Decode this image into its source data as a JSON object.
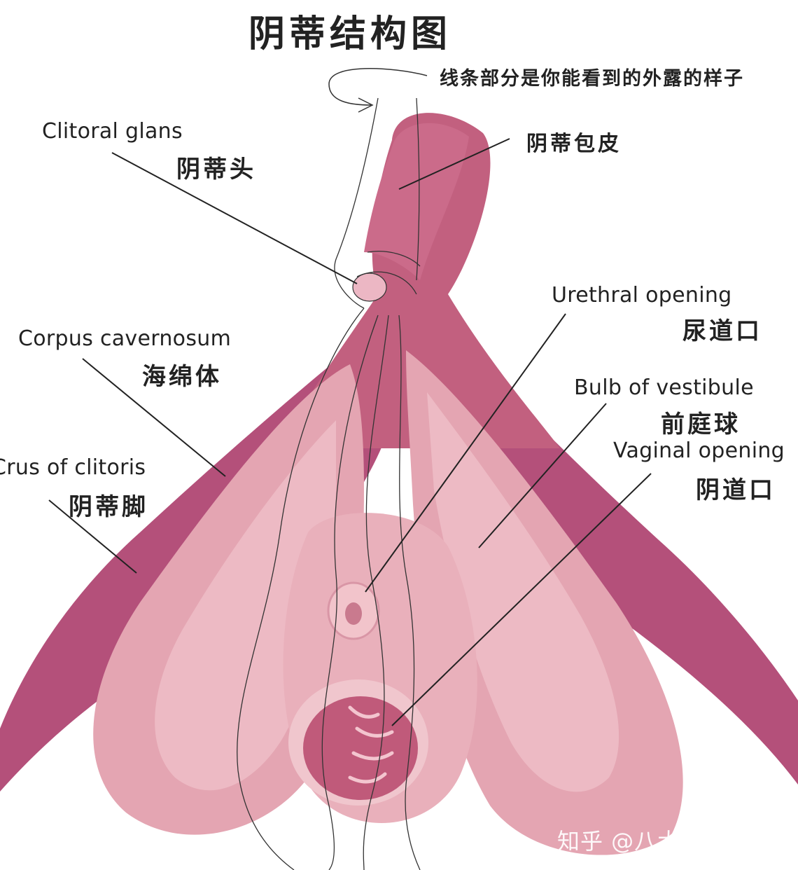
{
  "title": "阴蒂结构图",
  "note": "线条部分是你能看到的外露的样子",
  "labels": {
    "clitoral_glans_en": "Clitoral glans",
    "clitoral_glans_zh": "阴蒂头",
    "clitoral_hood_zh": "阴蒂包皮",
    "urethral_opening_en": "Urethral opening",
    "urethral_opening_zh": "尿道口",
    "corpus_cavernosum_en": "Corpus cavernosum",
    "corpus_cavernosum_zh": "海绵体",
    "bulb_of_vestibule_en": "Bulb of vestibule",
    "bulb_of_vestibule_zh": "前庭球",
    "vaginal_opening_en": "Vaginal opening",
    "vaginal_opening_zh": "阴道口",
    "crus_of_clitoris_en": "Crus of clitoris",
    "crus_of_clitoris_zh": "阴蒂脚"
  },
  "watermark": "知乎 @八大处李一琳",
  "colors": {
    "crus": "#b4507a",
    "shaft": "#c2607f",
    "bulb": "#e7aeb8",
    "bulb_light": "#f2c7cc",
    "vaginal": "#c05a7a",
    "line": "#222222"
  }
}
